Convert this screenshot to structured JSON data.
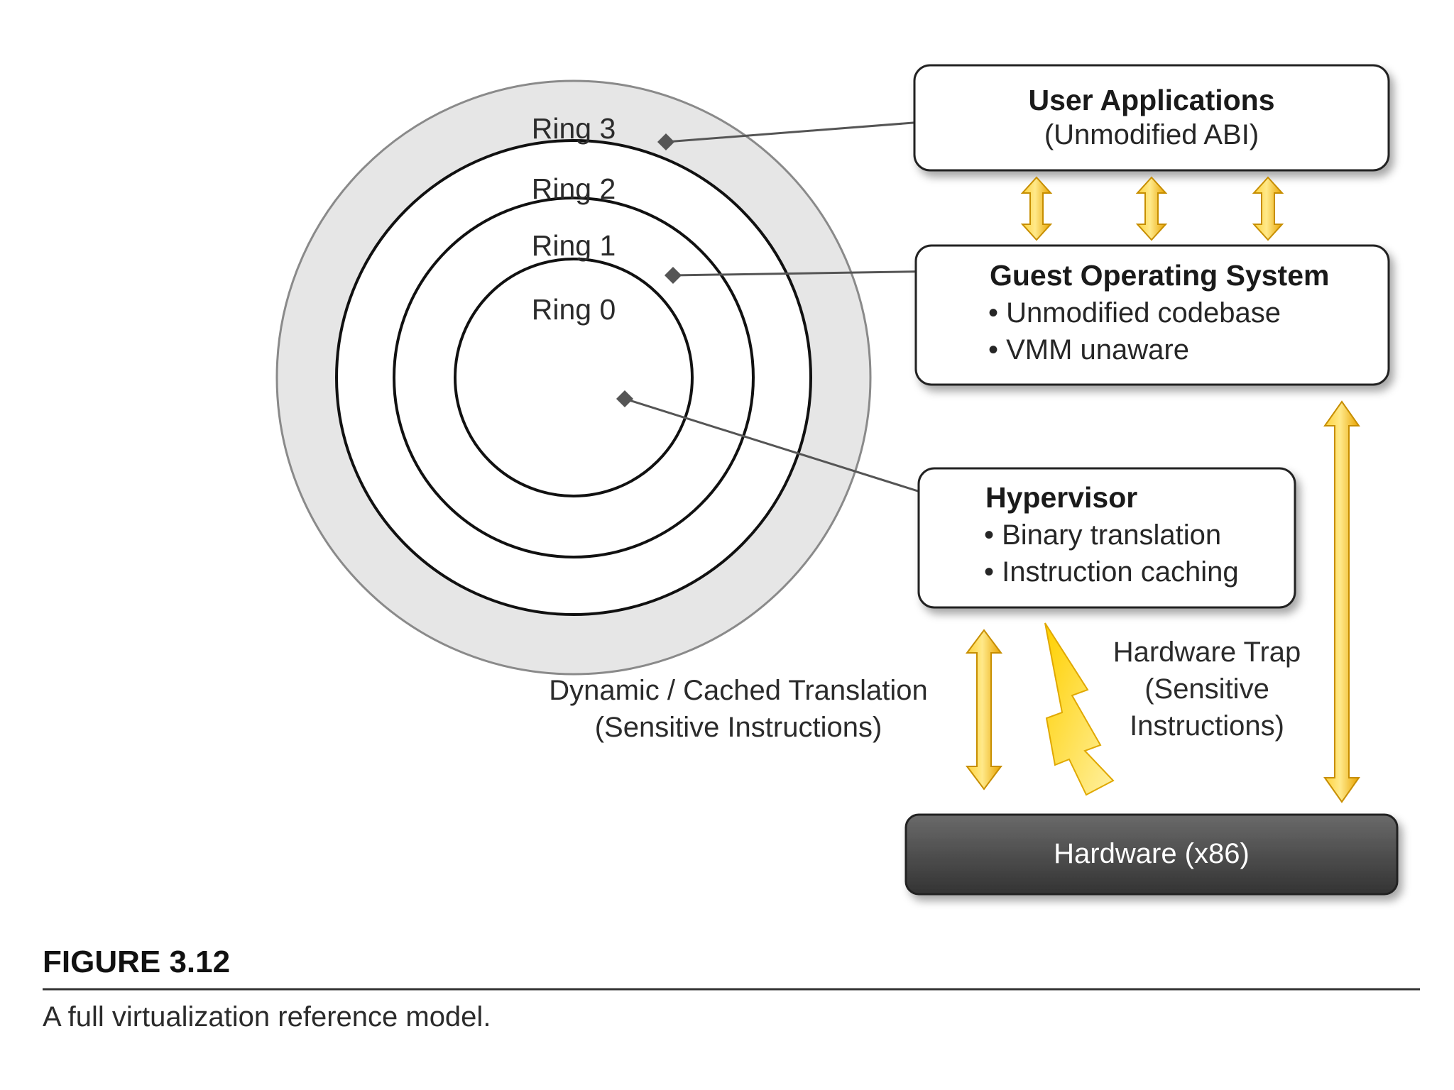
{
  "rings": [
    "Ring 3",
    "Ring 2",
    "Ring 1",
    "Ring 0"
  ],
  "boxes": {
    "user_apps": {
      "title": "User Applications",
      "lines": [
        "(Unmodified ABI)"
      ]
    },
    "guest_os": {
      "title": "Guest  Operating System",
      "lines": [
        "• Unmodified codebase",
        "• VMM unaware"
      ]
    },
    "hypervisor": {
      "title": "Hypervisor",
      "lines": [
        "• Binary translation",
        "• Instruction caching"
      ]
    },
    "hardware": {
      "title": "Hardware (x86)"
    }
  },
  "notes": {
    "dynamic": [
      "Dynamic / Cached Translation",
      "(Sensitive Instructions)"
    ],
    "trap": [
      "Hardware Trap",
      "(Sensitive",
      "Instructions)"
    ]
  },
  "figure": {
    "label": "FIGURE 3.12",
    "caption": "A full virtualization reference model."
  },
  "colors": {
    "arrow": "#f5b800",
    "arrow_light": "#ffe680",
    "arrow_edge": "#c78e00",
    "ring_outer": "#e6e6e6",
    "hardware": "#4a4a4a",
    "connector": "#555555"
  }
}
